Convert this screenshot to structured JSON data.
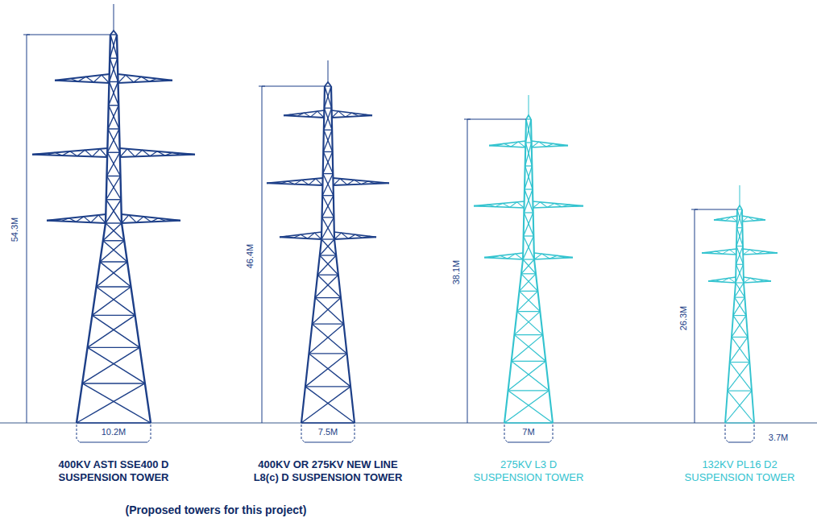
{
  "diagram": {
    "labels": [
      "54.3M",
      "10.2M",
      "400KV ASTI SSE400 D SUSPENSION TOWER",
      "46.4M",
      "7.5M",
      "400KV OR 275KV NEW LINE L8(c) D SUSPENSION TOWER",
      "38.1M",
      "7M",
      "275KV L3 D SUSPENSION TOWER",
      "26.3M",
      "3.7M",
      "132KV PL16 D2 SUSPENSION TOWER",
      "(Proposed towers for this project)"
    ]
  }
}
